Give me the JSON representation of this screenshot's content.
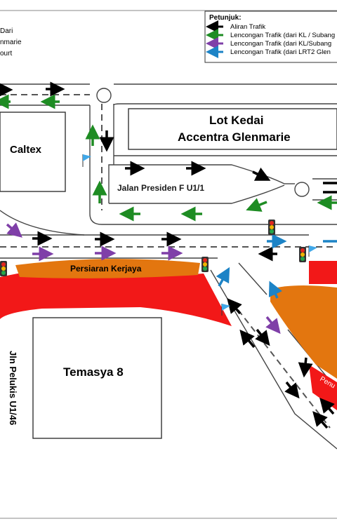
{
  "colors": {
    "black": "#000000",
    "green": "#1e8c23",
    "purple": "#7f3fa8",
    "blue": "#1c83c6",
    "red": "#f21818",
    "orange": "#e3760f",
    "light_blue_marker": "#41a8e8"
  },
  "left_partial_labels": [
    "Dari",
    "nmarie",
    "ourt"
  ],
  "legend": {
    "title": "Petunjuk:",
    "items": [
      {
        "color": "black",
        "label": "Aliran Trafik"
      },
      {
        "color": "green",
        "label": "Lencongan Trafik (dari KL / Subang"
      },
      {
        "color": "purple",
        "label": "Lencongan Trafik (dari KL/Subang"
      },
      {
        "color": "blue",
        "label": "Lencongan Trafik (dari LRT2 Glen"
      }
    ]
  },
  "places": {
    "lot_kedai_1": "Lot Kedai",
    "lot_kedai_2": "Accentra Glenmarie",
    "caltex": "Caltex",
    "temasya": "Temasya 8"
  },
  "roads": {
    "jalan_presiden": "Jalan Presiden F U1/1",
    "persiaran_kerjaya": "Persiaran Kerjaya",
    "penutupan_partial": "Penu",
    "left_vertical_partial": "Jln Pelukis U1/46"
  },
  "icons": [
    "arrow-icon",
    "traffic-light-icon",
    "flag-marker-icon",
    "roundabout-icon"
  ]
}
